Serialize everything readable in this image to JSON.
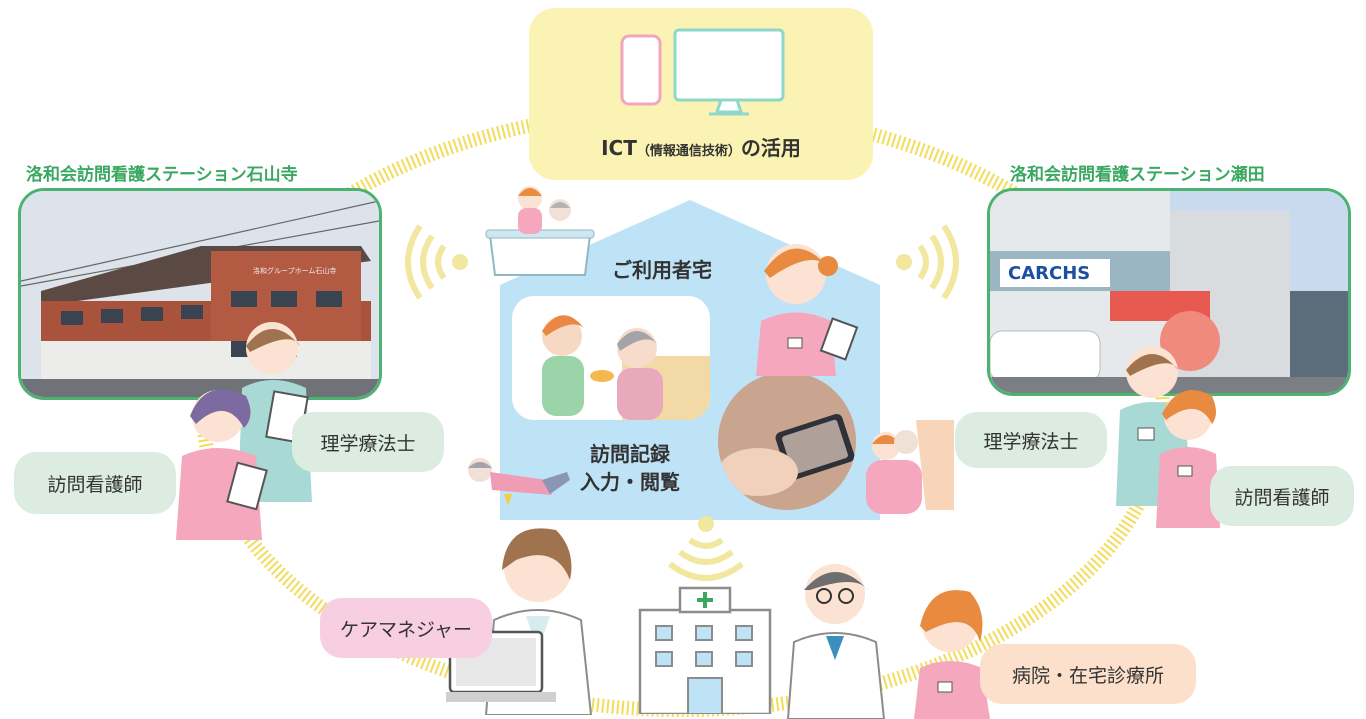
{
  "ict": {
    "title_prefix": "ICT",
    "title_paren": "（情報通信技術）",
    "title_suffix": "の活用",
    "icons": [
      "smartphone-icon",
      "monitor-icon"
    ]
  },
  "stations": {
    "left": {
      "name": "洛和会訪問看護ステーション石山寺",
      "sign_text": "洛和グループホーム石山寺"
    },
    "right": {
      "name": "洛和会訪問看護ステーション瀬田",
      "sign_text": "CARCHS"
    }
  },
  "roles": {
    "left_pt": "理学療法士",
    "left_nurse": "訪問看護師",
    "right_pt": "理学療法士",
    "right_nurse": "訪問看護師",
    "care_manager": "ケアマネジャー",
    "hospital": "病院・在宅診療所"
  },
  "house": {
    "label": "ご利用者宅",
    "record_line1": "訪問記録",
    "record_line2": "入力・閲覧"
  },
  "colors": {
    "green": "#4cb272",
    "yellow_ring": "#f3dc5a",
    "house_blue": "#bfe3f6",
    "ict_bg": "#fbf3b3"
  }
}
